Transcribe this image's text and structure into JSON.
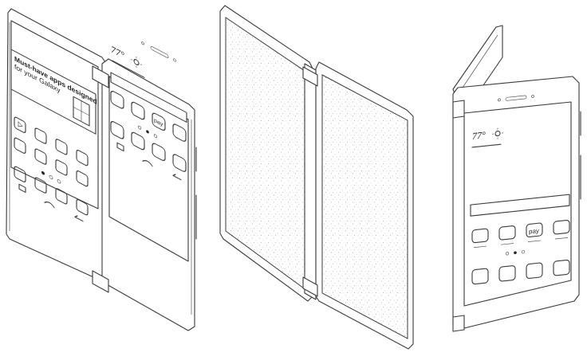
{
  "figures": [
    {
      "id": "unfolded-device",
      "widget": {
        "line1": "Must-have apps designed",
        "line2": "for your Galaxy"
      },
      "weather": {
        "temp": "77°",
        "icon": "sun-icon"
      },
      "pay_label": "pay"
    },
    {
      "id": "back-view"
    },
    {
      "id": "tent-mode-device",
      "weather": {
        "temp": "77°",
        "icon": "sun-icon"
      },
      "pay_label": "pay"
    }
  ],
  "colors": {
    "line": "#3a3a3a",
    "background": "#ffffff",
    "stipple": "#9a9a9a"
  }
}
